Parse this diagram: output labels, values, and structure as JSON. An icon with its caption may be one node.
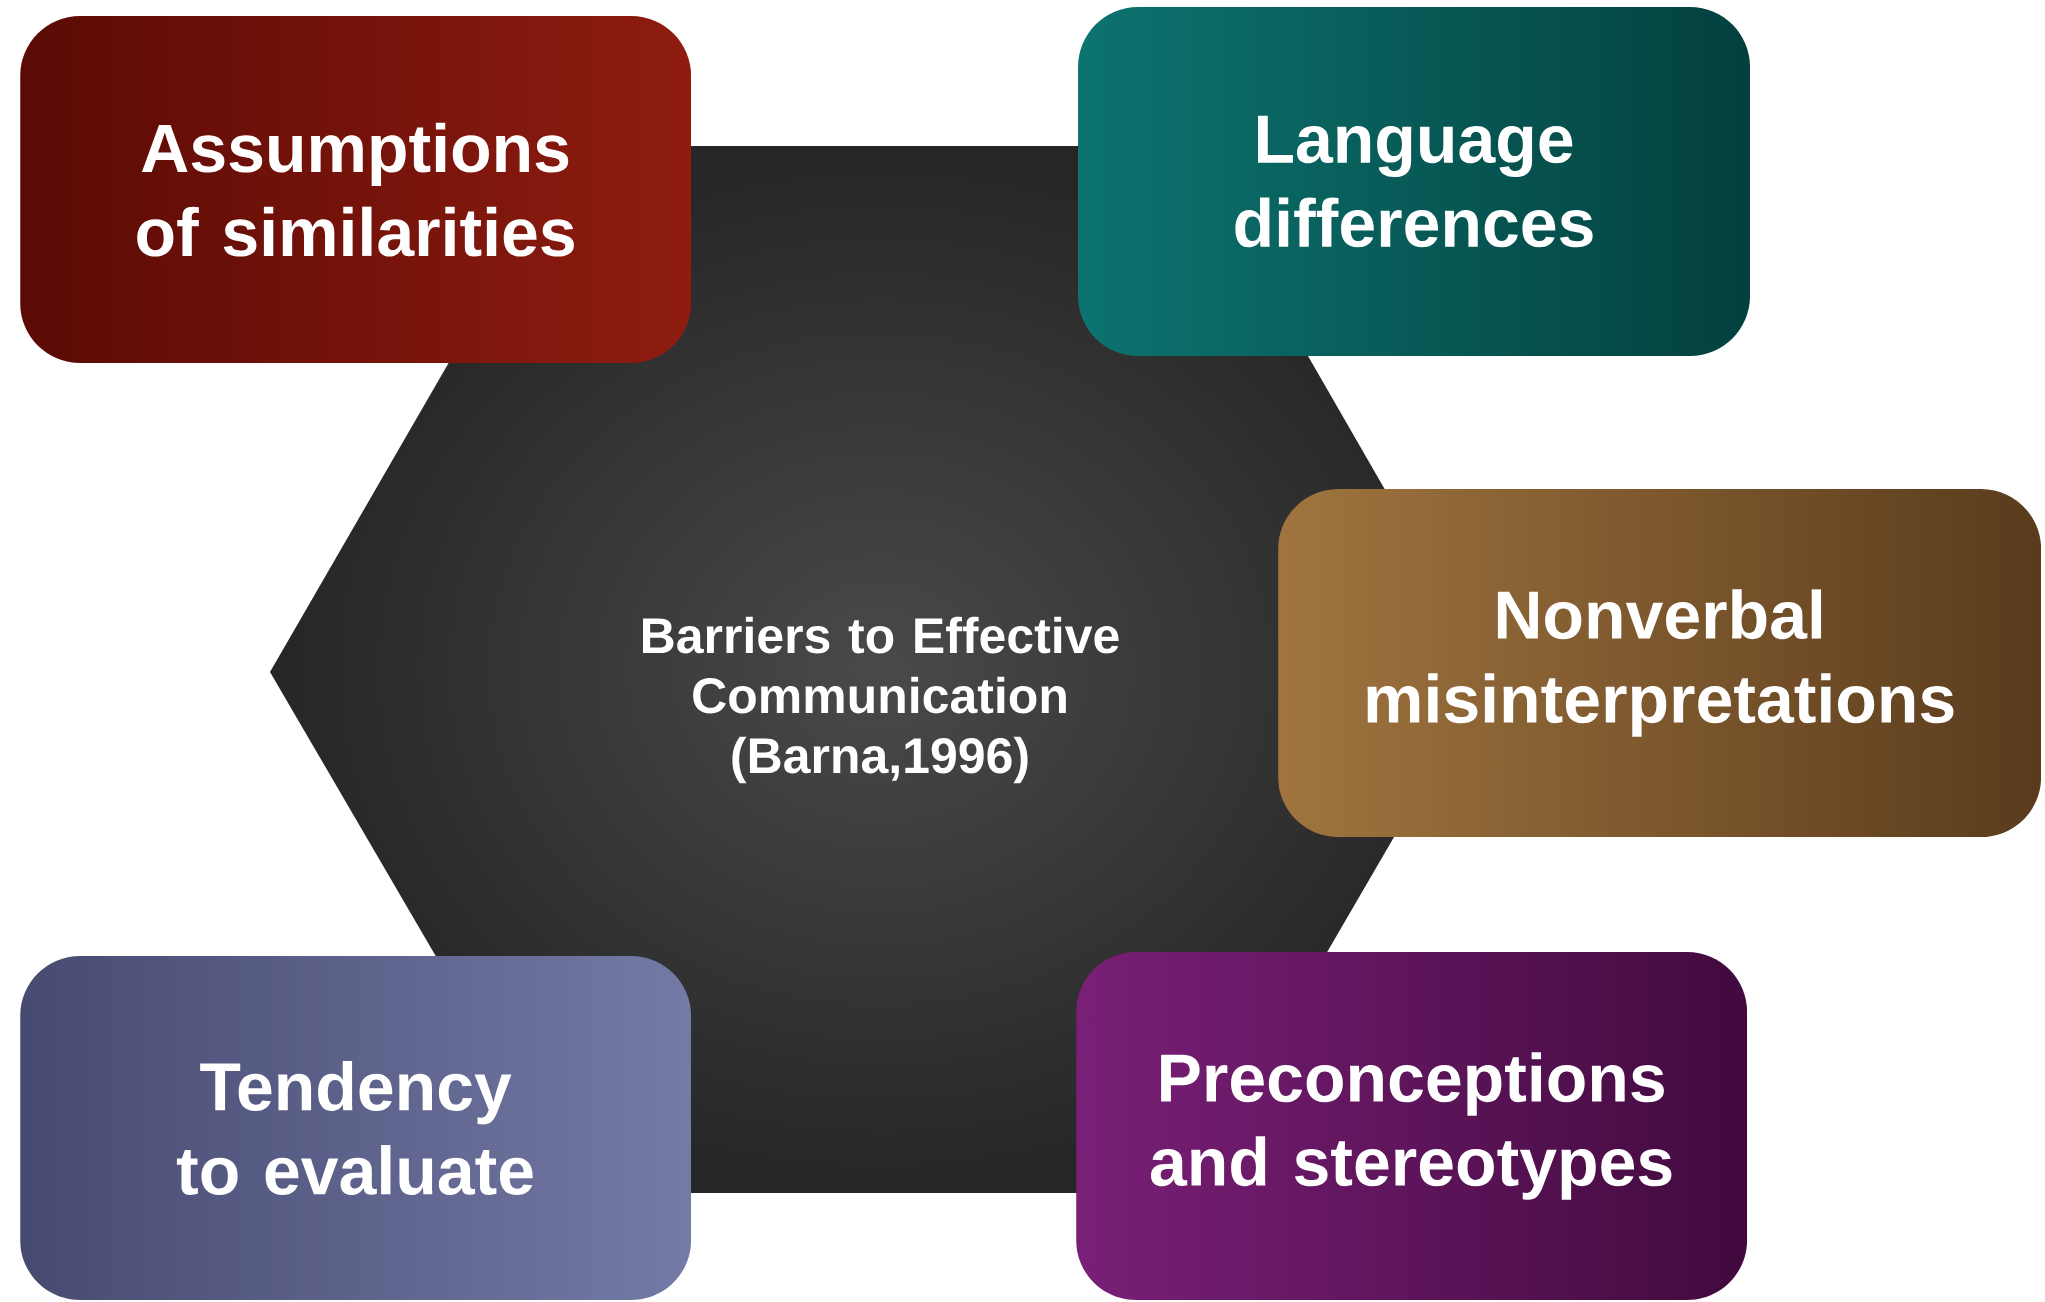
{
  "diagram": {
    "nodes": [
      {
        "text": [
          "Assumptions of similarities"
        ]
      },
      {
        "text": [
          "Language differences"
        ]
      },
      {
        "text": [
          "Barriers to Effective Communication (Barna,1996)"
        ]
      },
      {
        "text": [
          "Nonverbal misinterpretations"
        ]
      },
      {
        "text": [
          "Tendency to evaluate"
        ]
      },
      {
        "text": [
          "Preconceptions and stereotypes"
        ]
      }
    ]
  }
}
